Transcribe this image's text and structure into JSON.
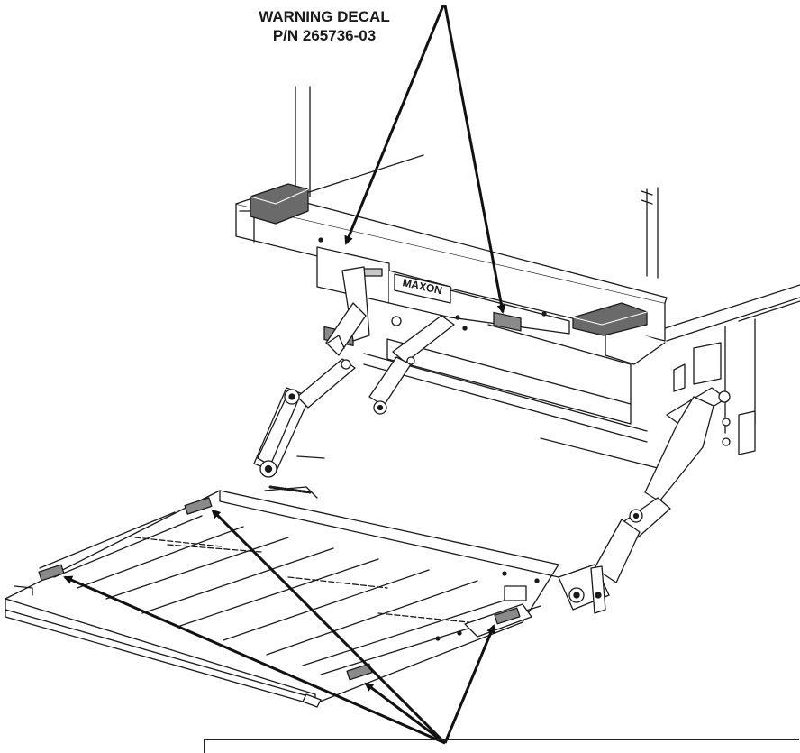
{
  "callout": {
    "line1": "WARNING DECAL",
    "line2": "P/N 265736-03"
  },
  "logo_text": "MAXON",
  "colors": {
    "line": "#1a1a1a",
    "decal": "#8a8a8a",
    "pad": "#6a6a6a",
    "background": "#ffffff"
  }
}
